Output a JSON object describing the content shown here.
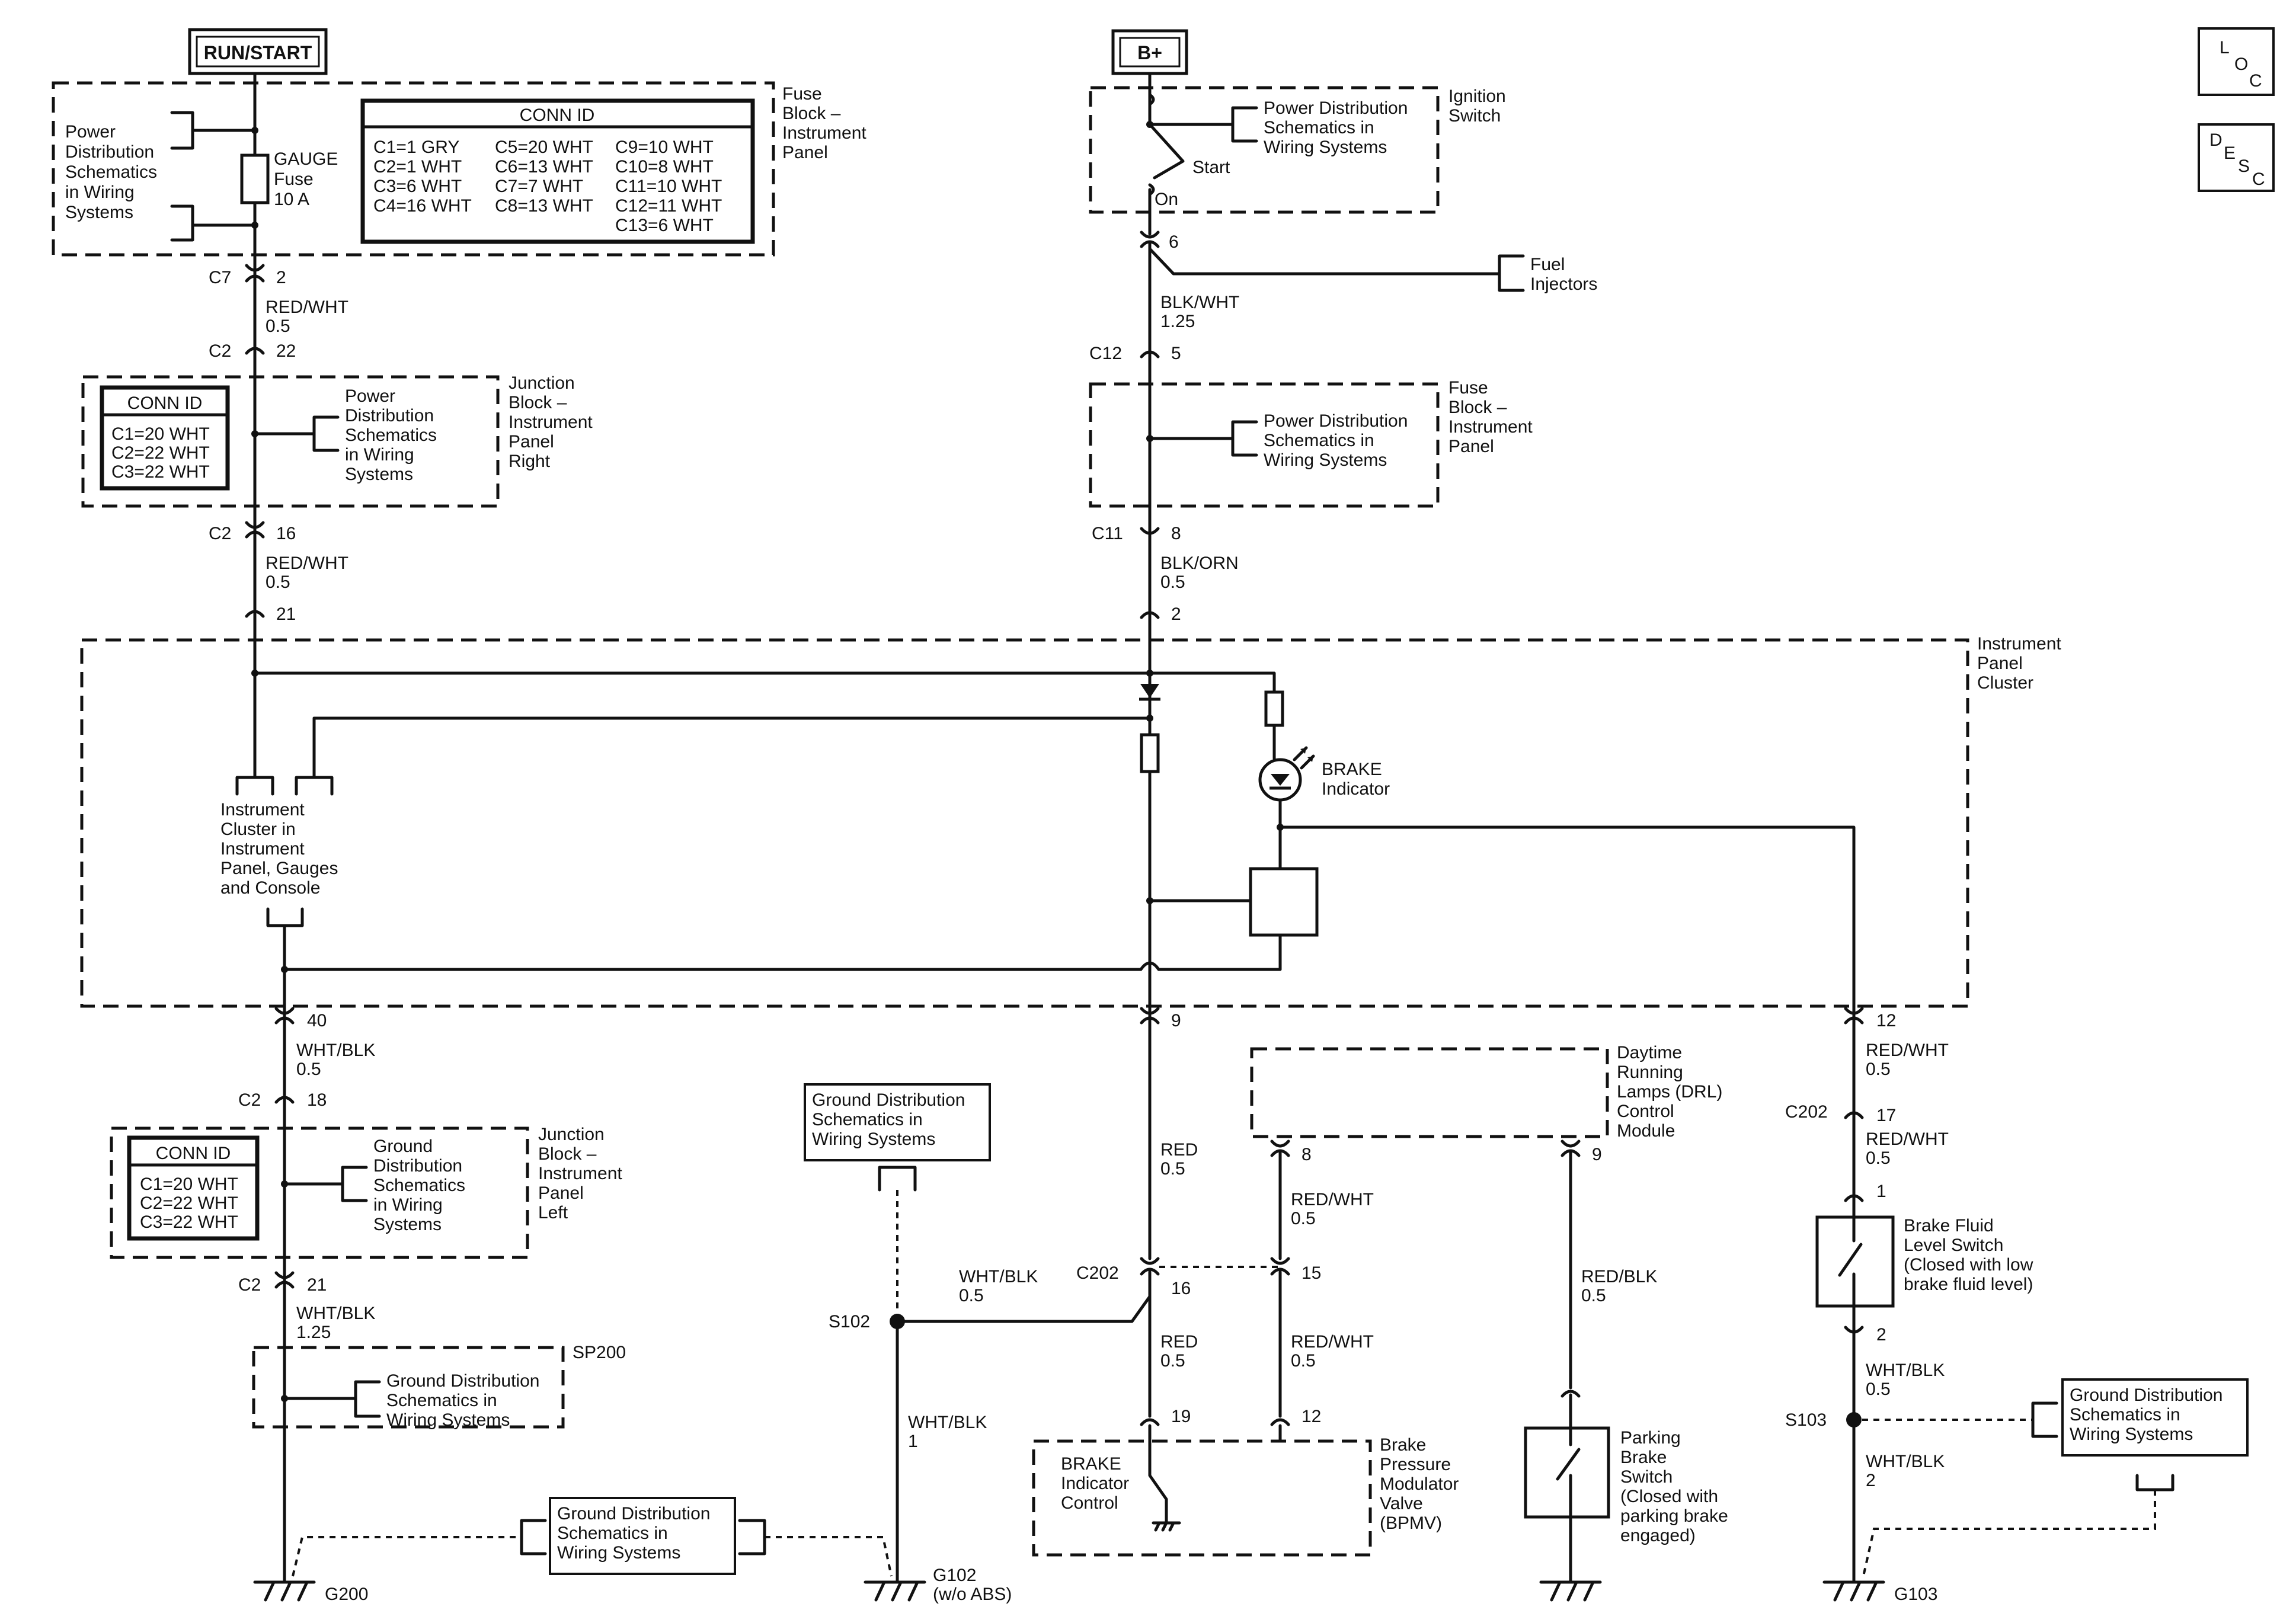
{
  "power_sources": {
    "run_start": "RUN/START",
    "b_plus": "B+"
  },
  "corner_tags": {
    "loc": [
      "L",
      "O",
      "C"
    ],
    "desc": [
      "D",
      "E",
      "S",
      "C"
    ]
  },
  "power_distribution_text": [
    "Power",
    "Distribution",
    "Schematics",
    "in Wiring",
    "Systems"
  ],
  "power_distribution_text_b": [
    "Power Distribution",
    "Schematics in",
    "Wiring Systems"
  ],
  "ground_distribution_text": [
    "Ground",
    "Distribution",
    "Schematics",
    "in Wiring",
    "Systems"
  ],
  "ground_distribution_text_b": [
    "Ground Distribution",
    "Schematics in",
    "Wiring Systems"
  ],
  "fuse_block_ip": {
    "name": [
      "Fuse",
      "Block –",
      "Instrument",
      "Panel"
    ],
    "fuse": [
      "GAUGE",
      "Fuse",
      "10 A"
    ],
    "conn_id_title": "CONN ID",
    "conn_id": [
      [
        "C1=1 GRY",
        "C5=20 WHT",
        "C9=10 WHT"
      ],
      [
        "C2=1 WHT",
        "C6=13 WHT",
        "C10=8 WHT"
      ],
      [
        "C3=6 WHT",
        "C7=7 WHT",
        "C11=10 WHT"
      ],
      [
        "C4=16 WHT",
        "C8=13 WHT",
        "C12=11 WHT"
      ],
      [
        "",
        "",
        "C13=6 WHT"
      ]
    ]
  },
  "junction_block_right": {
    "name": [
      "Junction",
      "Block –",
      "Instrument",
      "Panel",
      "Right"
    ],
    "conn_id_title": "CONN ID",
    "conn_id": [
      "C1=20 WHT",
      "C2=22 WHT",
      "C3=22 WHT"
    ]
  },
  "junction_block_left": {
    "name": [
      "Junction",
      "Block –",
      "Instrument",
      "Panel",
      "Left"
    ],
    "conn_id_title": "CONN ID",
    "conn_id": [
      "C1=20 WHT",
      "C2=22 WHT",
      "C3=22 WHT"
    ]
  },
  "ignition_switch": {
    "name": [
      "Ignition",
      "Switch"
    ],
    "start": "Start",
    "on": "On"
  },
  "fuel_injectors": [
    "Fuel",
    "Injectors"
  ],
  "fuse_block_ip_2": [
    "Fuse",
    "Block –",
    "Instrument",
    "Panel"
  ],
  "instrument_panel_cluster": {
    "name": [
      "Instrument",
      "Panel",
      "Cluster"
    ],
    "cluster_ref": [
      "Instrument",
      "Cluster in",
      "Instrument",
      "Panel, Gauges",
      "and Console"
    ],
    "brake_indicator": [
      "BRAKE",
      "Indicator"
    ]
  },
  "drl_module": [
    "Daytime",
    "Running",
    "Lamps (DRL)",
    "Control",
    "Module"
  ],
  "bpmv": {
    "name": [
      "Brake",
      "Pressure",
      "Modulator",
      "Valve",
      "(BPMV)"
    ],
    "inner": [
      "BRAKE",
      "Indicator",
      "Control"
    ]
  },
  "parking_brake_switch": [
    "Parking",
    "Brake",
    "Switch",
    "(Closed with",
    "parking brake",
    "engaged)"
  ],
  "brake_fluid_switch": [
    "Brake Fluid",
    "Level Switch",
    "(Closed with low",
    "brake fluid level)"
  ],
  "splice_pack": "SP200",
  "connectors": {
    "c7": "C7",
    "c7_pin": "2",
    "c2": "C2",
    "c2_pin_22": "22",
    "c2_pin_16": "16",
    "ipc_pin_21": "21",
    "ipc_pin_40": "40",
    "c2_pin_18": "18",
    "c2_pin_21": "21",
    "pin_6": "6",
    "c12": "C12",
    "c12_pin": "5",
    "c11": "C11",
    "c11_pin": "8",
    "ipc_pin_2": "2",
    "ipc_pin_9": "9",
    "c202": "C202",
    "c202_pin_16": "16",
    "c202_pin_15": "15",
    "bpmv_pin_19": "19",
    "bpmv_pin_12": "12",
    "drl_pin_8": "8",
    "drl_pin_9": "9",
    "ipc_pin_12": "12",
    "c202_pin_17": "17",
    "bfl_pin_1": "1",
    "bfl_pin_2": "2"
  },
  "wires": {
    "red_wht_05": [
      "RED/WHT",
      "0.5"
    ],
    "wht_blk_05": [
      "WHT/BLK",
      "0.5"
    ],
    "wht_blk_125": [
      "WHT/BLK",
      "1.25"
    ],
    "wht_blk_1": [
      "WHT/BLK",
      "1"
    ],
    "wht_blk_2": [
      "WHT/BLK",
      "2"
    ],
    "blk_wht_125": [
      "BLK/WHT",
      "1.25"
    ],
    "blk_orn_05": [
      "BLK/ORN",
      "0.5"
    ],
    "red_05": [
      "RED",
      "0.5"
    ],
    "red_blk_05": [
      "RED/BLK",
      "0.5"
    ]
  },
  "splices": {
    "s102": "S102",
    "s103": "S103"
  },
  "grounds": {
    "g200": "G200",
    "g102": "G102",
    "g102_note": "(w/o ABS)",
    "g103": "G103"
  },
  "colors": {
    "ink": "#111111",
    "paper": "#ffffff"
  }
}
